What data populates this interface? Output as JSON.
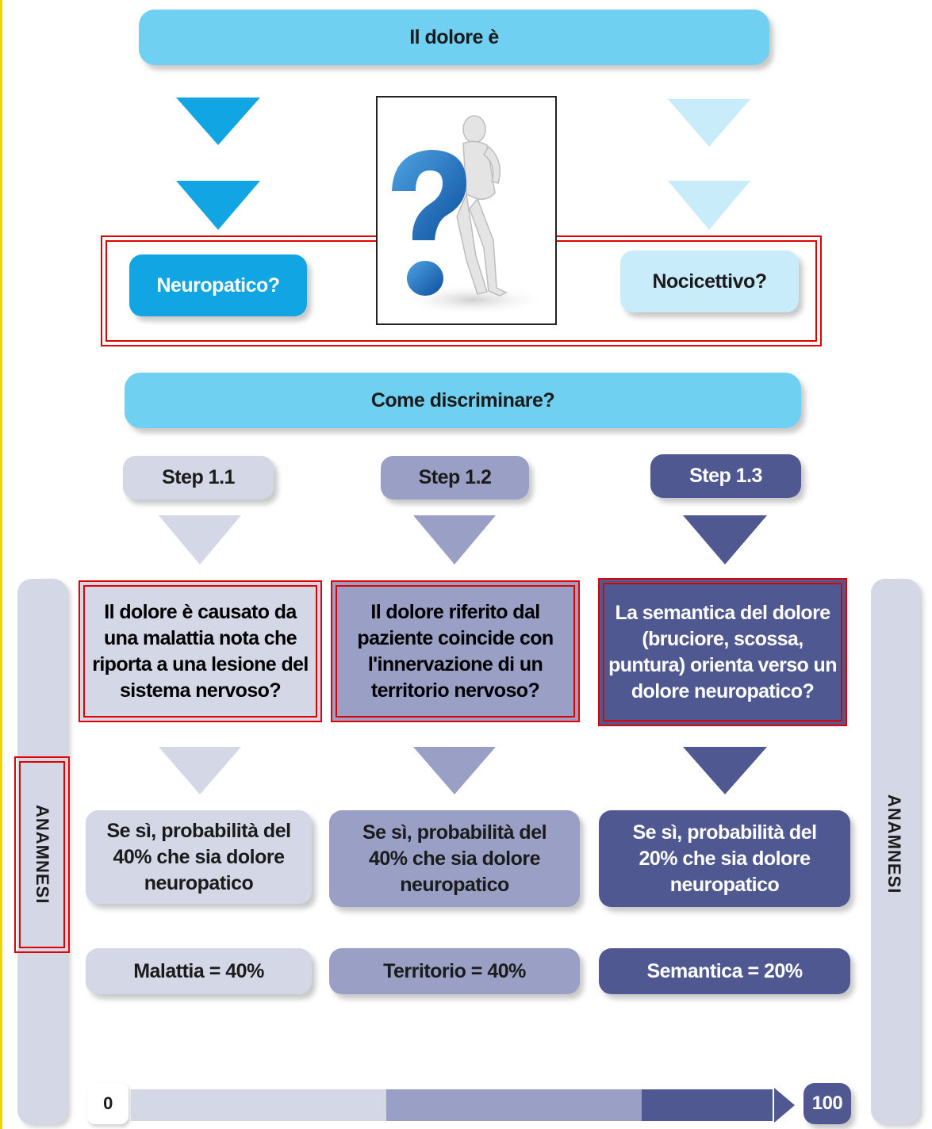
{
  "header": {
    "title": "Il dolore è"
  },
  "choices": {
    "left": "Neuropatico?",
    "right": "Nocicettivo?"
  },
  "question": {
    "title": "Come discriminare?"
  },
  "steps": [
    {
      "label": "Step 1.1",
      "question": "Il dolore è causato da una malattia nota che riporta a una lesione del sistema nervoso?",
      "result": "Se sì, probabilità del 40% che sia dolore neuropatico",
      "summary": "Malattia = 40%"
    },
    {
      "label": "Step 1.2",
      "question": "Il dolore riferito dal paziente coincide con l'innervazione di un territorio nervoso?",
      "result": "Se sì, probabilità del 40% che sia dolore neuropatico",
      "summary": "Territorio = 40%"
    },
    {
      "label": "Step 1.3",
      "question": "La semantica del dolore (bruciore, scossa, puntura) orienta verso un dolore neuropatico?",
      "result": "Se sì, probabilità del 20% che sia dolore neuropatico",
      "summary": "Semantica = 20%"
    }
  ],
  "sidebar": {
    "left_label": "ANAMNESI",
    "right_label": "ANAMNESI"
  },
  "scale": {
    "start": "0",
    "end": "100",
    "segments": [
      40,
      40,
      20
    ]
  },
  "colors": {
    "sky": "#6fd0f2",
    "neuro": "#12a5e3",
    "noci": "#c9ecfb",
    "step1": "#d4d7e6",
    "step2": "#9a9fc5",
    "step3": "#4f5891",
    "highlight": "#e00000"
  },
  "illustration": {
    "icon": "question-mark-figure-icon"
  }
}
